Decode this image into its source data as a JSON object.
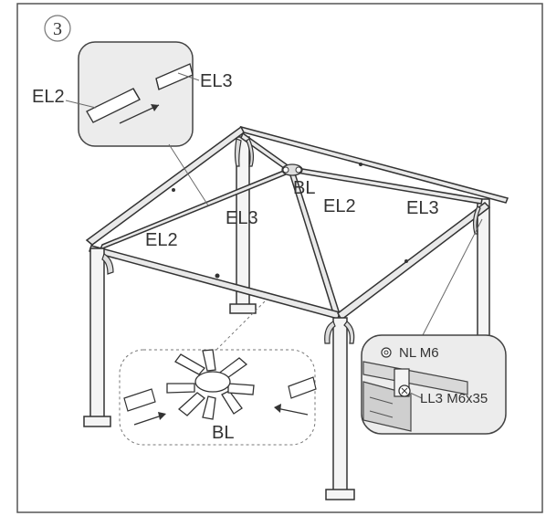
{
  "step": {
    "number": "3"
  },
  "labels": {
    "el2_detail": "EL2",
    "el3_detail": "EL3",
    "bl_top": "BL",
    "el2_center": "EL2",
    "el3_right": "EL3",
    "el3_center": "EL3",
    "el2_left": "EL2",
    "bl_bottom": "BL",
    "nut": "NL M6",
    "bolt": "LL3 M6x35"
  }
}
